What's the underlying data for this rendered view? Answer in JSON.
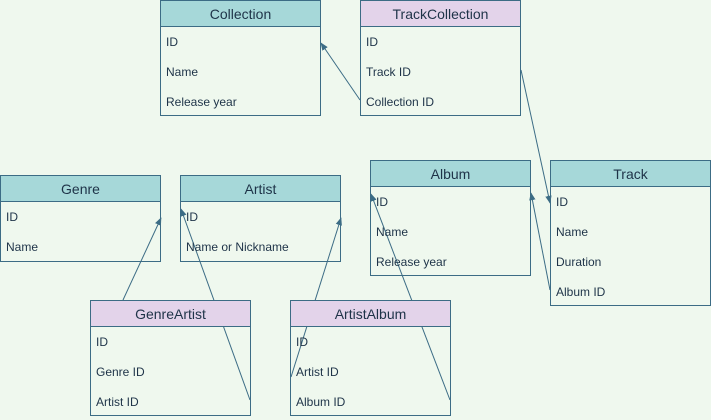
{
  "entities": {
    "collection": {
      "title": "Collection",
      "fields": [
        "ID",
        "Name",
        "Release year"
      ]
    },
    "trackcollection": {
      "title": "TrackCollection",
      "fields": [
        "ID",
        "Track ID",
        "Collection ID"
      ]
    },
    "genre": {
      "title": "Genre",
      "fields": [
        "ID",
        "Name"
      ]
    },
    "artist": {
      "title": "Artist",
      "fields": [
        "ID",
        "Name or Nickname"
      ]
    },
    "album": {
      "title": "Album",
      "fields": [
        "ID",
        "Name",
        "Release year"
      ]
    },
    "track": {
      "title": "Track",
      "fields": [
        "ID",
        "Name",
        "Duration",
        "Album ID"
      ]
    },
    "genreartist": {
      "title": "GenreArtist",
      "fields": [
        "ID",
        "Genre ID",
        "Artist ID"
      ]
    },
    "artistalbum": {
      "title": "ArtistAlbum",
      "fields": [
        "ID",
        "Artist ID",
        "Album ID"
      ]
    }
  },
  "colors": {
    "table_header": "#a6d8d9",
    "link_header": "#e3d3ea",
    "border": "#3c6c85",
    "background": "#eff8ee"
  }
}
